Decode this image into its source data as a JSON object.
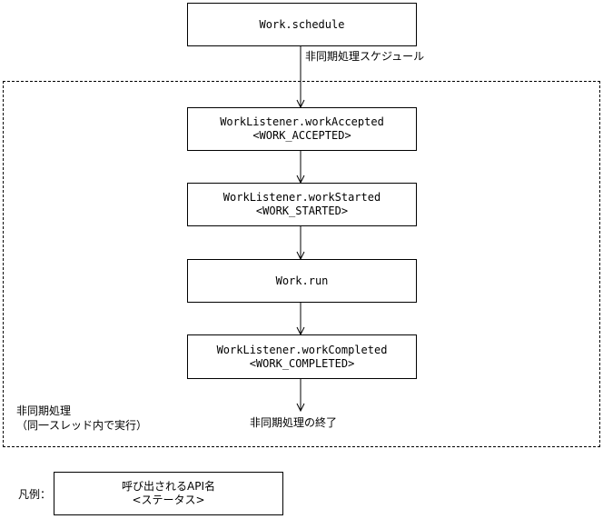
{
  "diagram": {
    "nodes": {
      "schedule": {
        "name": "Work.schedule",
        "status": ""
      },
      "accepted": {
        "name": "WorkListener.workAccepted",
        "status": "<WORK_ACCEPTED>"
      },
      "started": {
        "name": "WorkListener.workStarted",
        "status": "<WORK_STARTED>"
      },
      "run": {
        "name": "Work.run",
        "status": ""
      },
      "completed": {
        "name": "WorkListener.workCompleted",
        "status": "<WORK_COMPLETED>"
      }
    },
    "schedule_edge_label": "非同期処理スケジュール",
    "async_region_label": [
      "非同期処理",
      "（同一スレッド内で実行）"
    ],
    "end_label": "非同期処理の終了",
    "legend": {
      "label": "凡例：",
      "line1": "呼び出されるAPI名",
      "line2": "<ステータス>"
    }
  }
}
